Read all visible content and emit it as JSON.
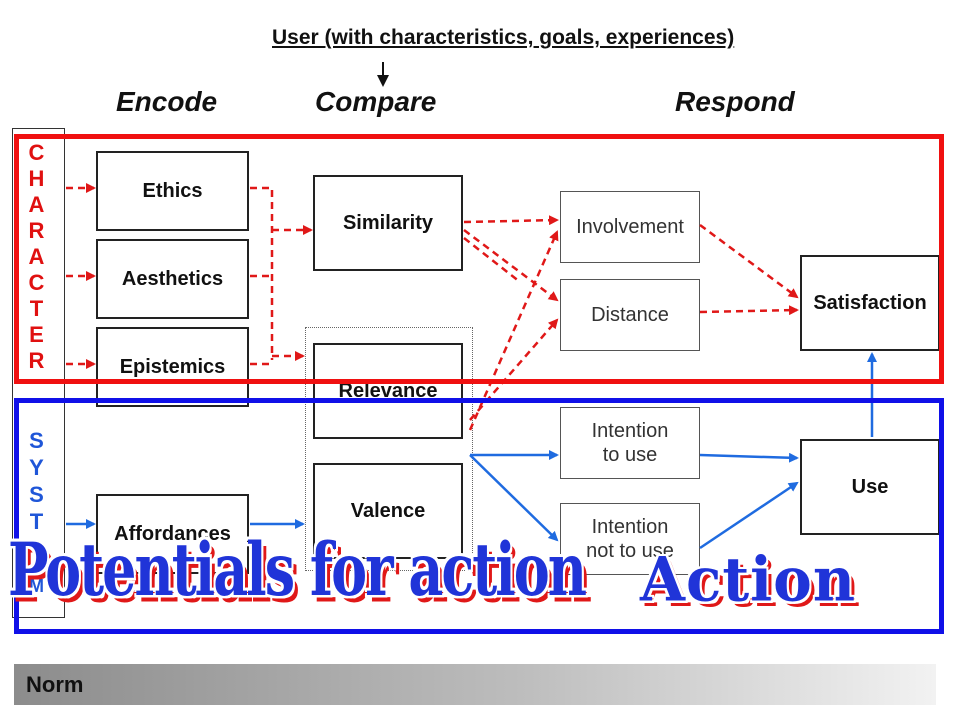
{
  "header": {
    "title": "User (with characteristics, goals, experiences)"
  },
  "phases": {
    "encode": "Encode",
    "compare": "Compare",
    "respond": "Respond"
  },
  "sidebar": {
    "character_letters": [
      "C",
      "H",
      "A",
      "R",
      "A",
      "C",
      "T",
      "E",
      "R"
    ],
    "system_letters": [
      "S",
      "Y",
      "S",
      "T"
    ],
    "bottom_letter": "M"
  },
  "encode": {
    "ethics": "Ethics",
    "aesthetics": "Aesthetics",
    "epistemics": "Epistemics",
    "affordances": "Affordances"
  },
  "compare": {
    "similarity": "Similarity",
    "relevance": "Relevance",
    "valence": "Valence"
  },
  "respond": {
    "involvement": "Involvement",
    "distance": "Distance",
    "intention_use": "Intention\nto use",
    "intention_not_use": "Intention\nnot to use",
    "satisfaction": "Satisfaction",
    "use": "Use"
  },
  "overlays": {
    "potentials": "Potentials for action",
    "action": "Action"
  },
  "footer": {
    "norm": "Norm"
  },
  "colors": {
    "red": "#e01818",
    "blue": "#1f6be0",
    "frame_red": "#f01010",
    "frame_blue": "#1010e8"
  }
}
